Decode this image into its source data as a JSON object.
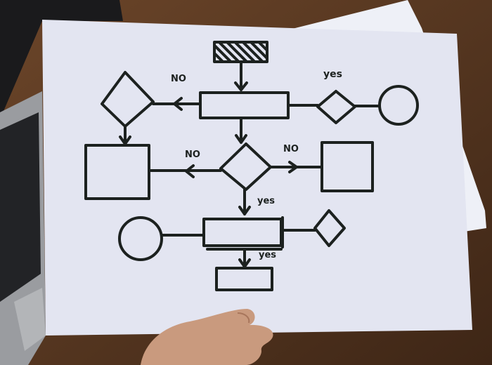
{
  "flowchart": {
    "labels": {
      "top_left_branch": "NO",
      "top_right_branch": "yes",
      "mid_left_branch": "NO",
      "mid_right_branch": "NO",
      "mid_down_branch": "yes",
      "bottom_down_branch": "yes"
    }
  },
  "colors": {
    "wood": "#5a3a22",
    "paper": "#e3e5f1",
    "ink": "#1c211f",
    "laptop": "#8a8c90"
  }
}
